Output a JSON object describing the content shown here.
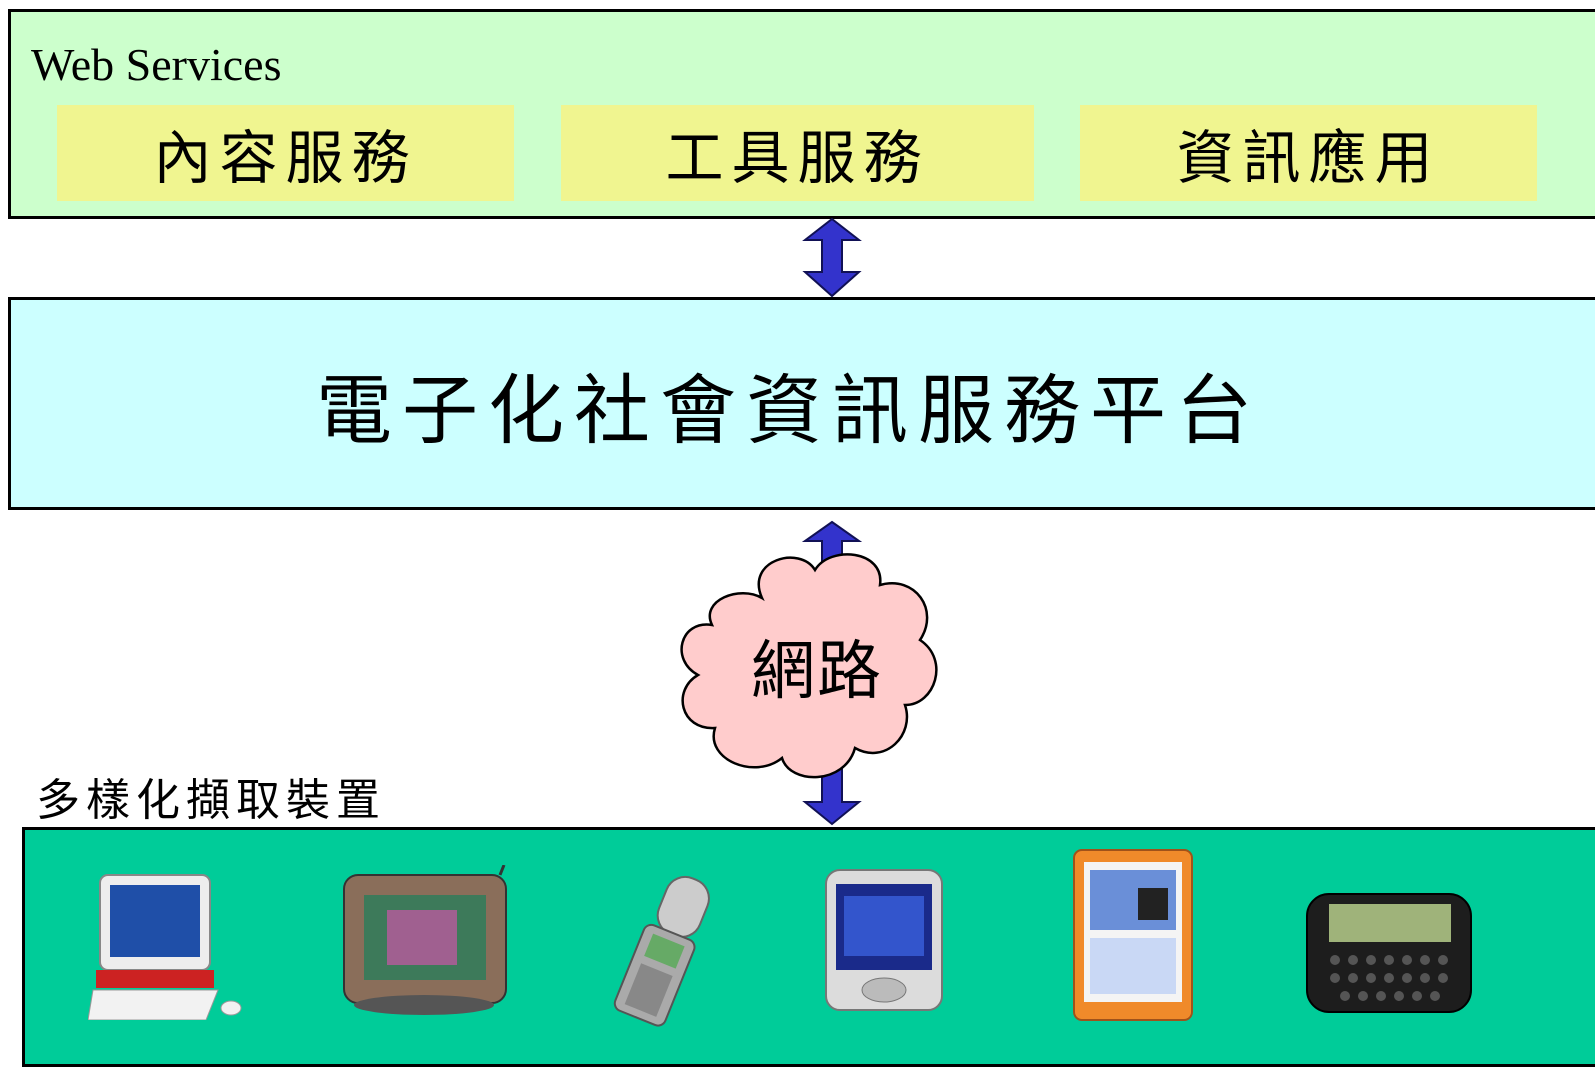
{
  "web_services": {
    "label": "Web Services",
    "services": [
      "內容服務",
      "工具服務",
      "資訊應用"
    ]
  },
  "platform": {
    "title": "電子化社會資訊服務平台"
  },
  "network": {
    "label": "網路"
  },
  "devices": {
    "label": "多樣化擷取裝置",
    "items": [
      "desktop-pc-icon",
      "webpad-icon",
      "flip-phone-icon",
      "pda-icon",
      "tablet-pc-icon",
      "pager-icon"
    ]
  },
  "colors": {
    "web_services_bg": "#ccffcc",
    "service_box_bg": "#f0f590",
    "platform_bg": "#ccffff",
    "devices_bg": "#00cc99",
    "cloud_fill": "#ffcccc",
    "arrow_fill": "#3333cc"
  }
}
